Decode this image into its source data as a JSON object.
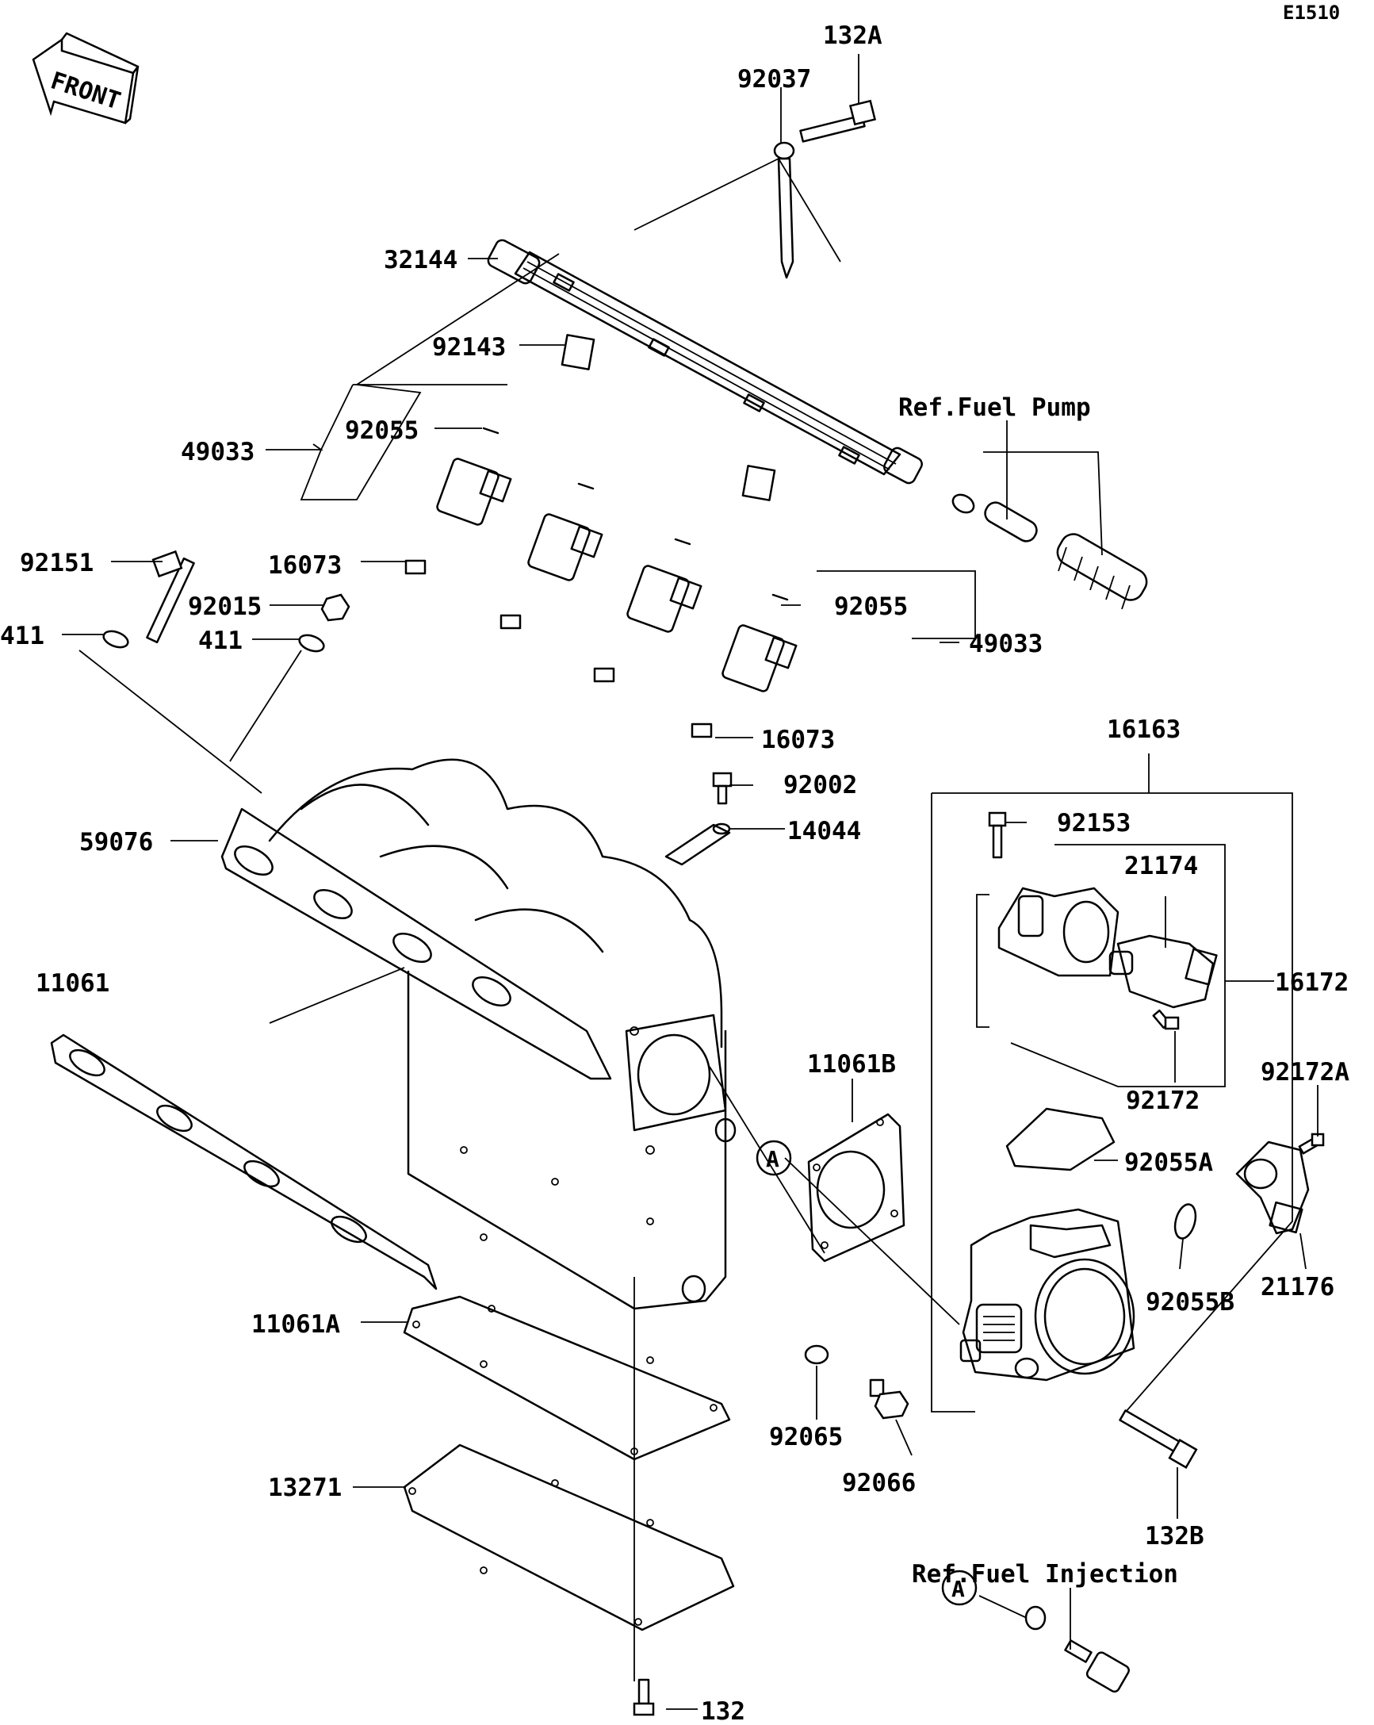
{
  "diagram_code": "E1510",
  "front_label": "FRONT",
  "callout_ref_letter": "A",
  "labels": {
    "p132A": "132A",
    "p92037": "92037",
    "p32144": "32144",
    "p92143": "92143",
    "ref_fuel_pump": "Ref.Fuel Pump",
    "p92055_top": "92055",
    "p49033_left": "49033",
    "p92151": "92151",
    "p16073_top": "16073",
    "p92015": "92015",
    "p411_left": "411",
    "p411_right": "411",
    "p92055_mid": "92055",
    "p49033_right": "49033",
    "p16073_bottom": "16073",
    "p16163": "16163",
    "p92002": "92002",
    "p14044": "14044",
    "p59076": "59076",
    "p92153": "92153",
    "p21174": "21174",
    "p11061": "11061",
    "p16172": "16172",
    "p11061B": "11061B",
    "p92172": "92172",
    "p92172A": "92172A",
    "p92055A": "92055A",
    "p92055B": "92055B",
    "p21176": "21176",
    "p11061A": "11061A",
    "p92065": "92065",
    "p92066": "92066",
    "p132B": "132B",
    "p13271": "13271",
    "ref_fuel_injection": "Ref.Fuel Injection",
    "p132": "132"
  }
}
